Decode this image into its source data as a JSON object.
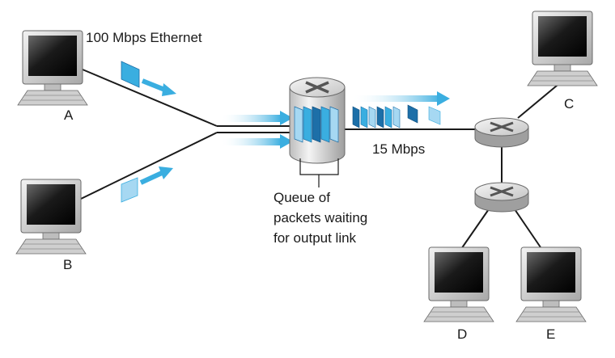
{
  "labels": {
    "ethernet": "100 Mbps Ethernet",
    "link_speed": "15 Mbps",
    "queue_line1": "Queue of",
    "queue_line2": "packets waiting",
    "queue_line3": "for output link"
  },
  "hosts": [
    {
      "id": "A",
      "label": "A"
    },
    {
      "id": "B",
      "label": "B"
    },
    {
      "id": "C",
      "label": "C"
    },
    {
      "id": "D",
      "label": "D"
    },
    {
      "id": "E",
      "label": "E"
    }
  ],
  "colors": {
    "packet": "#3aaee0",
    "packet_dark": "#1d6fa8",
    "packet_light": "#a6d8f2",
    "link": "#1a1a1a",
    "router_body": "#d9d9d9",
    "monitor_frame": "#dcdcdc"
  }
}
